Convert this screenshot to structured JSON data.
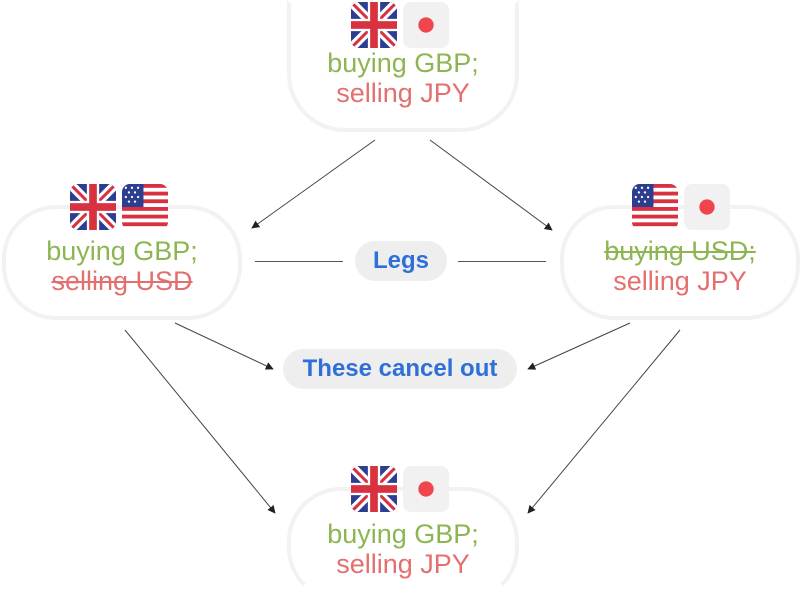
{
  "colors": {
    "buy": "#8db552",
    "sell": "#e46f6f",
    "accent": "#2f6fd8"
  },
  "nodes": {
    "top": {
      "buy": "buying GBP;",
      "sell": "selling JPY",
      "flags": [
        "uk-flag-icon",
        "japan-flag-icon"
      ]
    },
    "left": {
      "buy": "buying GBP;",
      "sell": "selling USD",
      "flags": [
        "uk-flag-icon",
        "usa-flag-icon"
      ]
    },
    "right": {
      "buy": "buying USD;",
      "sell": "selling JPY",
      "flags": [
        "usa-flag-icon",
        "japan-flag-icon"
      ]
    },
    "bottom": {
      "buy": "buying GBP;",
      "sell": "selling JPY",
      "flags": [
        "uk-flag-icon",
        "japan-flag-icon"
      ]
    }
  },
  "labels": {
    "legs": "Legs",
    "cancel": "These cancel out"
  }
}
